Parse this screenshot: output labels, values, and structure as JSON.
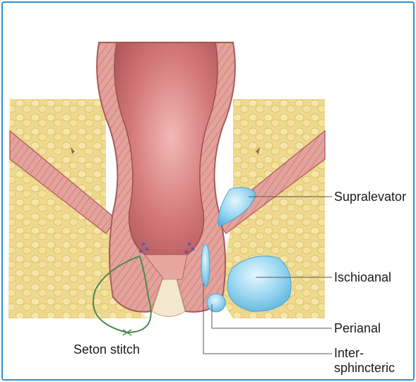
{
  "labels": {
    "supralevator": "Supralevator",
    "ischioanal": "Ischioanal",
    "perianal": "Perianal",
    "intersphincteric_line1": "Inter-",
    "intersphincteric_line2": "sphincteric",
    "seton": "Seton stitch"
  },
  "colors": {
    "frame": "#2f8fce",
    "fat": "#efd98e",
    "muscle": "#d98a86",
    "rectum": "#c8686a",
    "abscess": "#8fd0ee",
    "seton_thread": "#4a8a4a"
  }
}
